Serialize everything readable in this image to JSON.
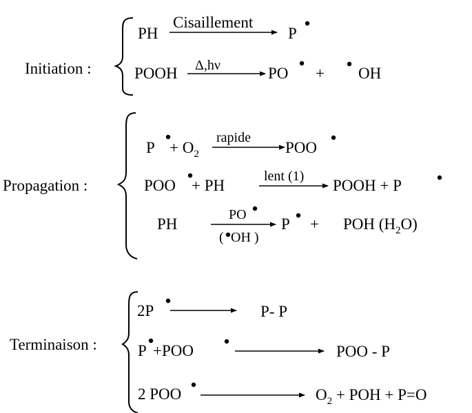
{
  "sections": [
    {
      "label": "Initiation :",
      "reactions": [
        {
          "reactant": "PH",
          "condition_top": "Cisaillement",
          "product": "P"
        },
        {
          "reactant": "POOH",
          "condition_top": "Δ,hν",
          "product_1": "PO",
          "plus": "+",
          "product_2": "OH"
        }
      ]
    },
    {
      "label": "Propagation :",
      "reactions": [
        {
          "reactant_1": "P",
          "plus": "+ O",
          "subscript": "2",
          "condition_top": "rapide",
          "product": "POO"
        },
        {
          "reactant_1": "POO",
          "plus": "+ PH",
          "condition_top": "lent (1)",
          "product": "POOH + P"
        },
        {
          "reactant": "PH",
          "condition_top": "PO",
          "condition_bottom_open": "(",
          "condition_bottom_text": "OH )",
          "product_1": "P",
          "plus": "+",
          "product_2_prefix": "POH (H",
          "product_2_sub": "2",
          "product_2_suffix": "O)"
        }
      ]
    },
    {
      "label": "Terminaison :",
      "reactions": [
        {
          "reactant": "2P",
          "product": "P- P"
        },
        {
          "reactant_1": "P",
          "plus": "+POO",
          "product": "POO - P"
        },
        {
          "reactant": "2 POO",
          "product_prefix": "O",
          "product_sub": "2",
          "product_suffix": " + POH + P=O"
        }
      ]
    }
  ]
}
